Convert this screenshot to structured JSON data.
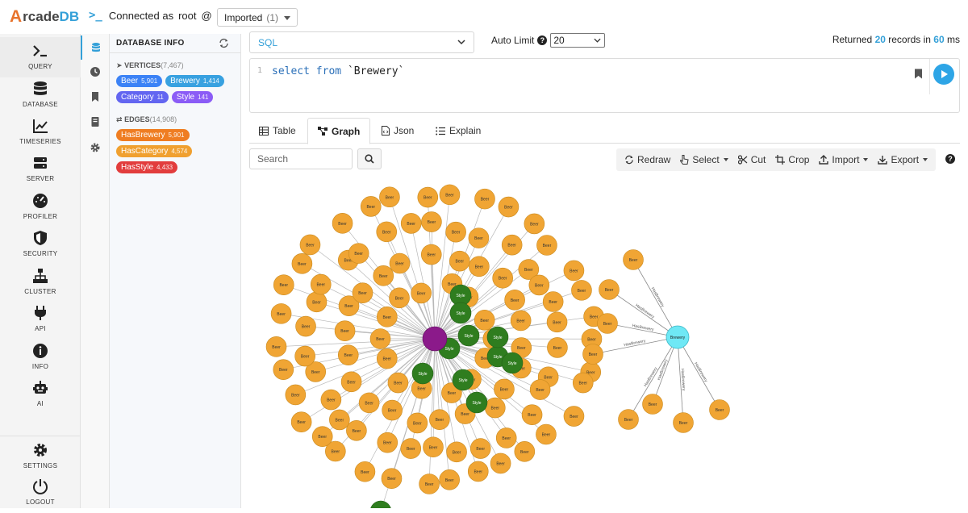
{
  "app": {
    "logo": {
      "a": "A",
      "rcade": "rcade",
      "db": "DB"
    },
    "connected_label": "Connected as",
    "user": "root",
    "at": "@",
    "database": "Imported",
    "database_count": "(1)"
  },
  "nav": {
    "items": [
      {
        "label": "QUERY",
        "icon": "terminal-icon"
      },
      {
        "label": "DATABASE",
        "icon": "database-icon"
      },
      {
        "label": "TIMESERIES",
        "icon": "chart-line-icon"
      },
      {
        "label": "SERVER",
        "icon": "server-icon"
      },
      {
        "label": "PROFILER",
        "icon": "gauge-icon"
      },
      {
        "label": "SECURITY",
        "icon": "shield-icon"
      },
      {
        "label": "CLUSTER",
        "icon": "network-icon"
      },
      {
        "label": "API",
        "icon": "plug-icon"
      },
      {
        "label": "INFO",
        "icon": "info-icon"
      },
      {
        "label": "AI",
        "icon": "robot-icon"
      }
    ],
    "settings": "SETTINGS",
    "logout": "LOGOUT"
  },
  "dbinfo": {
    "title": "DATABASE INFO",
    "vertices_label": "VERTICES",
    "vertices_count": "(7,467)",
    "vertices": [
      {
        "name": "Beer",
        "count": "5,901",
        "color": "#3b82f6"
      },
      {
        "name": "Brewery",
        "count": "1,414",
        "color": "#38a1e0"
      },
      {
        "name": "Category",
        "count": "11",
        "color": "#6366f1"
      },
      {
        "name": "Style",
        "count": "141",
        "color": "#8b5cf6"
      }
    ],
    "edges_label": "EDGES",
    "edges_count": "(14,908)",
    "edges": [
      {
        "name": "HasBrewery",
        "count": "5,901",
        "color": "#ef7d22"
      },
      {
        "name": "HasCategory",
        "count": "4,574",
        "color": "#f0a030"
      },
      {
        "name": "HasStyle",
        "count": "4,433",
        "color": "#e23d3d"
      }
    ]
  },
  "query": {
    "language": "SQL",
    "auto_limit_label": "Auto Limit",
    "auto_limit_value": "20",
    "returned_prefix": "Returned",
    "returned_count": "20",
    "returned_mid": "records in",
    "returned_ms": "60",
    "returned_unit": "ms",
    "line_number": "1",
    "code_kw1": "select",
    "code_kw2": "from",
    "code_rest": "`Brewery`"
  },
  "tabs": [
    {
      "label": "Table"
    },
    {
      "label": "Graph"
    },
    {
      "label": "Json"
    },
    {
      "label": "Explain"
    }
  ],
  "graph_toolbar": {
    "search_placeholder": "Search",
    "redraw": "Redraw",
    "select": "Select",
    "cut": "Cut",
    "crop": "Crop",
    "import": "Import",
    "export": "Export"
  },
  "graph": {
    "beer_label": "Beer",
    "style_label": "Style",
    "brewery_label": "Brewery",
    "edge_label": "HasBrewery",
    "colors": {
      "beer": "#f0a534",
      "style": "#2f7d1f",
      "brewery": "#6fe8f5",
      "hub": "#8b1a8a"
    }
  }
}
